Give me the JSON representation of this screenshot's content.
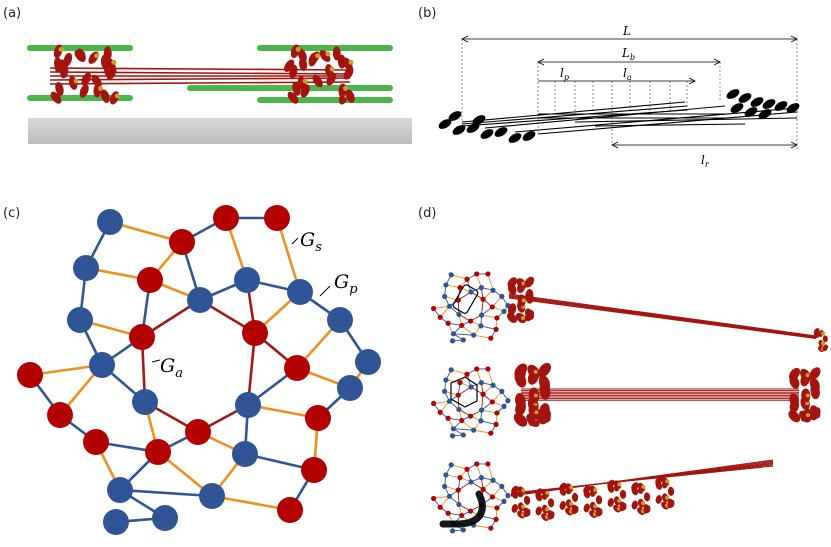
{
  "panels": {
    "a": {
      "label": "(a)"
    },
    "b": {
      "label": "(b)",
      "dims": {
        "L": "L",
        "Lb": "L",
        "Lb_sub": "b",
        "lp": "l",
        "lp_sub": "p",
        "la": "l",
        "la_sub": "a",
        "lr": "l",
        "lr_sub": "r"
      }
    },
    "c": {
      "label": "(c)",
      "annotations": {
        "Gs": "G",
        "Gs_sub": "s",
        "Gp": "G",
        "Gp_sub": "p",
        "Ga": "G",
        "Ga_sub": "a"
      }
    },
    "d": {
      "label": "(d)"
    }
  },
  "colors": {
    "node_blue": "#2f5597",
    "node_red": "#b30000",
    "edge_orange": "#f0901e",
    "edge_blue": "#2f5597",
    "edge_red": "#a11a1a",
    "fiber_red": "#a3140f",
    "fiber_green": "#4cb64c",
    "fiber_gold": "#c8a028"
  }
}
